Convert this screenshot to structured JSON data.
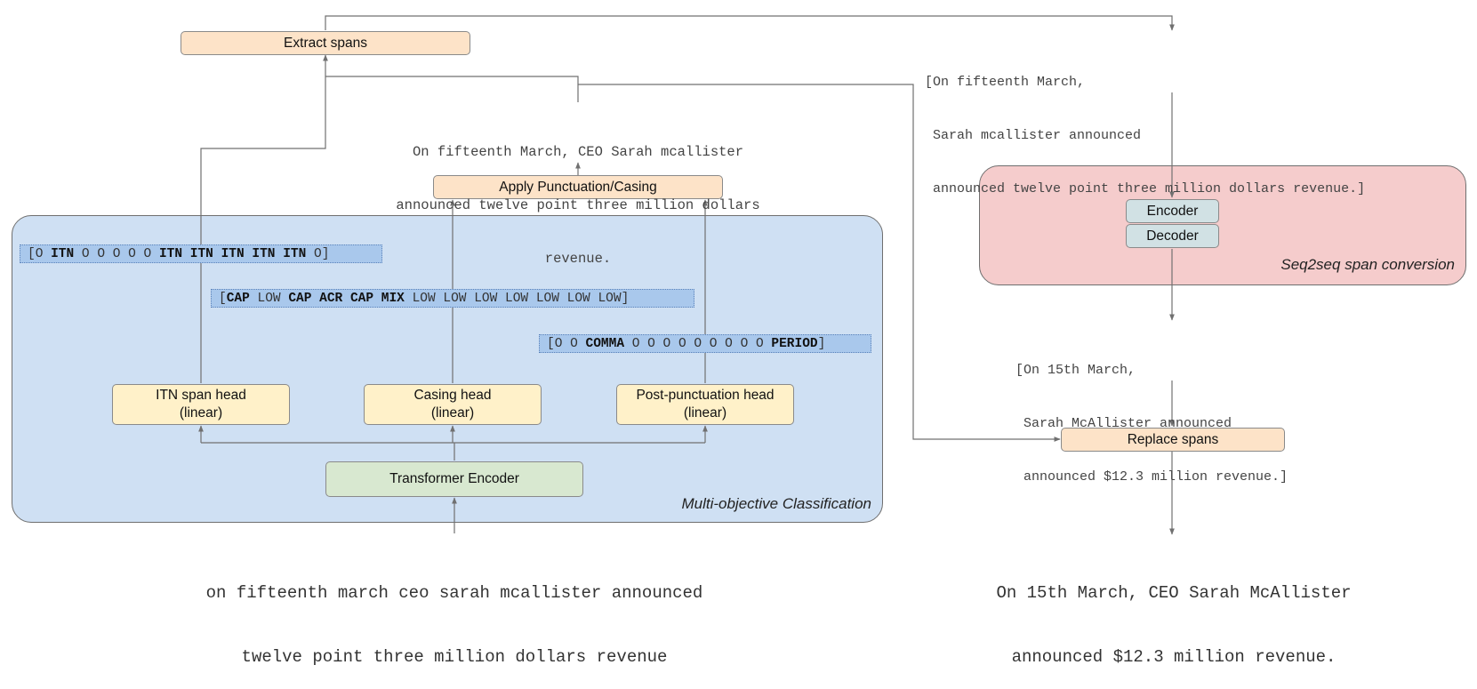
{
  "regions": {
    "classification": "Multi-objective Classification",
    "seq2seq": "Seq2seq span conversion"
  },
  "boxes": {
    "extract_spans": "Extract spans",
    "apply_punct": "Apply Punctuation/Casing",
    "itn_head_line1": "ITN span head",
    "itn_head_line2": "(linear)",
    "casing_head_line1": "Casing head",
    "casing_head_line2": "(linear)",
    "postpunct_head_line1": "Post-punctuation head",
    "postpunct_head_line2": "(linear)",
    "transformer_encoder": "Transformer Encoder",
    "encoder": "Encoder",
    "decoder": "Decoder",
    "replace_spans": "Replace spans"
  },
  "tag_sequences": {
    "itn": [
      {
        "t": "[",
        "b": false
      },
      {
        "t": "O",
        "b": false
      },
      {
        "t": "ITN",
        "b": true
      },
      {
        "t": "O",
        "b": false
      },
      {
        "t": "O",
        "b": false
      },
      {
        "t": "O",
        "b": false
      },
      {
        "t": "O",
        "b": false
      },
      {
        "t": "O",
        "b": false
      },
      {
        "t": "ITN",
        "b": true
      },
      {
        "t": "ITN",
        "b": true
      },
      {
        "t": "ITN",
        "b": true
      },
      {
        "t": "ITN",
        "b": true
      },
      {
        "t": "ITN",
        "b": true
      },
      {
        "t": "O",
        "b": false
      },
      {
        "t": "]",
        "b": false
      }
    ],
    "casing": [
      {
        "t": "[",
        "b": false
      },
      {
        "t": "CAP",
        "b": true
      },
      {
        "t": "LOW",
        "b": false
      },
      {
        "t": "CAP",
        "b": true
      },
      {
        "t": "ACR",
        "b": true
      },
      {
        "t": "CAP",
        "b": true
      },
      {
        "t": "MIX",
        "b": true
      },
      {
        "t": "LOW",
        "b": false
      },
      {
        "t": "LOW",
        "b": false
      },
      {
        "t": "LOW",
        "b": false
      },
      {
        "t": "LOW",
        "b": false
      },
      {
        "t": "LOW",
        "b": false
      },
      {
        "t": "LOW",
        "b": false
      },
      {
        "t": "LOW",
        "b": false
      },
      {
        "t": "]",
        "b": false
      }
    ],
    "punct": [
      {
        "t": "[",
        "b": false
      },
      {
        "t": "O",
        "b": false
      },
      {
        "t": "O",
        "b": false
      },
      {
        "t": "COMMA",
        "b": true
      },
      {
        "t": "O",
        "b": false
      },
      {
        "t": "O",
        "b": false
      },
      {
        "t": "O",
        "b": false
      },
      {
        "t": "O",
        "b": false
      },
      {
        "t": "O",
        "b": false
      },
      {
        "t": "O",
        "b": false
      },
      {
        "t": "O",
        "b": false
      },
      {
        "t": "O",
        "b": false
      },
      {
        "t": "O",
        "b": false
      },
      {
        "t": "PERIOD",
        "b": true
      },
      {
        "t": "]",
        "b": false
      }
    ]
  },
  "texts": {
    "input_line1": "on fifteenth march ceo sarah mcallister announced",
    "input_line2": "twelve point three million dollars revenue",
    "punctuated_line1": "On fifteenth March, CEO Sarah mcallister",
    "punctuated_line2": "announced twelve point three million dollars",
    "punctuated_line3": "revenue.",
    "spans_line1": "[On fifteenth March,",
    "spans_line2": " Sarah mcallister announced",
    "spans_line3": " announced twelve point three million dollars revenue.]",
    "converted_line1": "[On 15th March,",
    "converted_line2": " Sarah McAllister announced",
    "converted_line3": " announced $12.3 million revenue.]",
    "output_line1": "On 15th March, CEO Sarah McAllister",
    "output_line2": "announced $12.3 million revenue."
  },
  "colors": {
    "classification_region": "#cfe0f3",
    "seq2seq_region": "#f5cccc",
    "orange_box": "#fde3c8",
    "yellow_box": "#fff1c9",
    "green_box": "#d8e8d0",
    "grey_box": "#d1e1e4",
    "tag_strip": "#a9c8ec",
    "wire": "#707070"
  }
}
